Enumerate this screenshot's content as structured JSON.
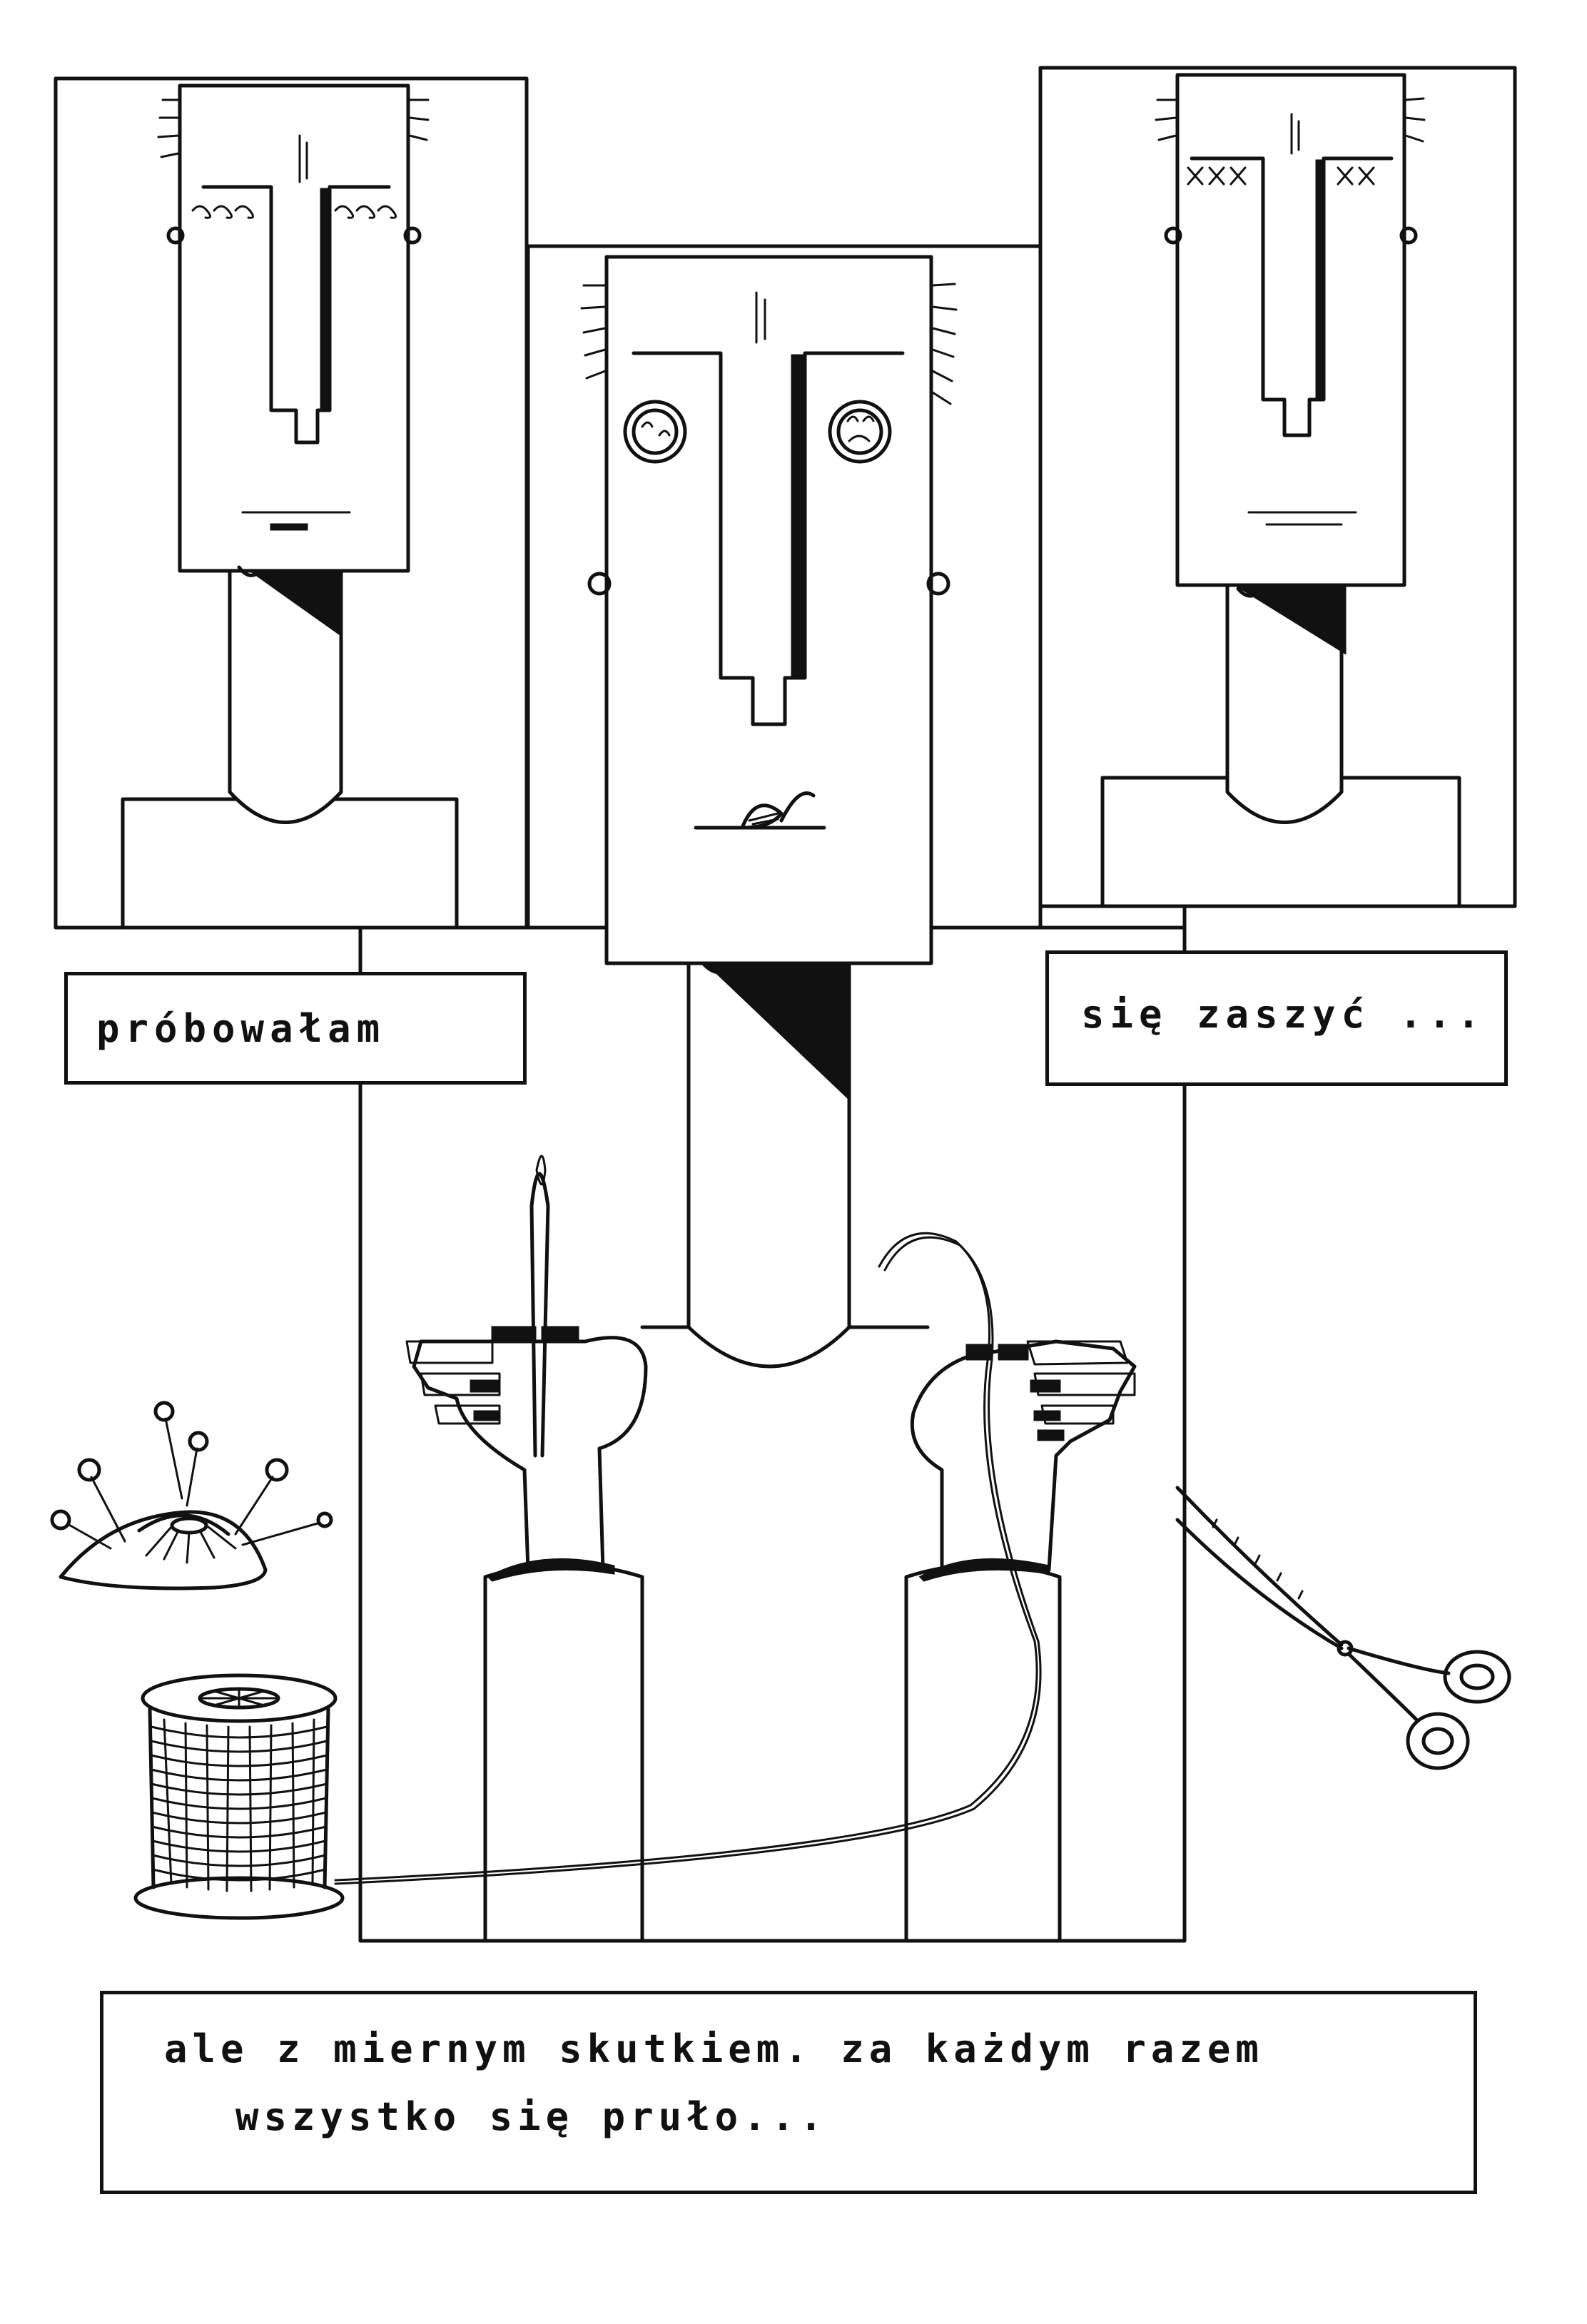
{
  "captions": {
    "left": "próbowałam",
    "right": "się zaszyć ...",
    "bottom_line1": "ale  z  miernym   skutkiem. za  każdym  razem",
    "bottom_line2": "wszystko      się   pruło..."
  },
  "colors": {
    "ink": "#111111",
    "paper": "#ffffff"
  }
}
